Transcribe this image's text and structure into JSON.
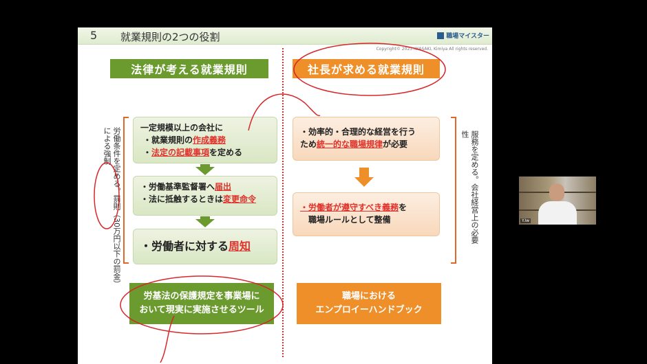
{
  "slide": {
    "number": "5",
    "title": "就業規則の2つの役割",
    "logo": "職場マイスター",
    "copyright": "Copyright© 2023 IWASAKI, Kimiya All rights reserved."
  },
  "left_column": {
    "header": "法律が考える就業規則",
    "side_label": "労働条件を定める。罰則（30万円以下の罰金）による強制",
    "box1": {
      "line1": "一定規模以上の会社に",
      "line2_pre": "・就業規則の",
      "line2_hl": "作成義務",
      "line3_pre": "・",
      "line3_hl": "法定の記載事項",
      "line3_post": "を定める"
    },
    "box2": {
      "line1_pre": "・労働基準監督署へ",
      "line1_hl": "届出",
      "line2_pre": "・法に抵触するときは",
      "line2_hl": "変更命令"
    },
    "box3": {
      "pre": "・労働者に対する",
      "hl": "周知"
    },
    "bottom": {
      "line1": "労基法の保護規定を事業場に",
      "line2": "おいて現実に実施させるツール"
    }
  },
  "right_column": {
    "header": "社長が求める就業規則",
    "side_label": "服務を定める。会社経営上の必要性",
    "box1": {
      "line1": "・効率的・合理的な経営を行う",
      "line2_pre": "ため",
      "line2_hl": "統一的な職場規律",
      "line2_post": "が必要"
    },
    "box2": {
      "line1_hl": "・労働者が遵守すべき義務",
      "line1_post": "を",
      "line2": "職場ルールとして整備"
    },
    "bottom": {
      "line1": "職場における",
      "line2": "エンプロイーハンドブック"
    }
  },
  "colors": {
    "green": "#6b9a2f",
    "orange": "#ee8f2a",
    "highlight_red": "#e0312b",
    "annotation_red": "#d8262a"
  },
  "webcam": {
    "label": "Y.Iw"
  }
}
